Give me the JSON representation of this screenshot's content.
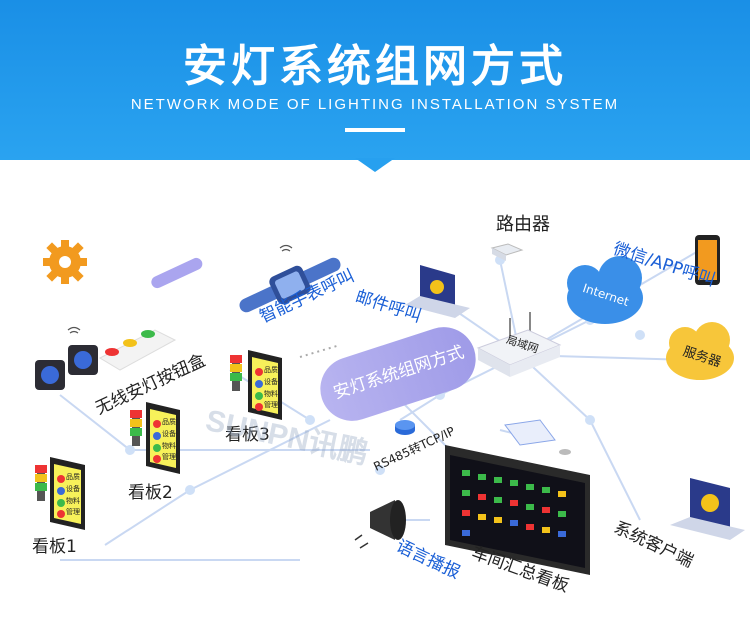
{
  "header": {
    "title": "安灯系统组网方式",
    "subtitle": "NETWORK MODE OF LIGHTING INSTALLATION SYSTEM"
  },
  "nodes": {
    "router": "路由器",
    "wechat_app": "微信/APP呼叫",
    "internet": "Internet",
    "server": "服务器",
    "lan": "局域网",
    "email": "邮件呼叫",
    "watch": "智能手表呼叫",
    "button_box": "无线安灯按钮盒",
    "central": "安灯系统组网方式",
    "rs485": "RS485转TCP/IP",
    "board1": "看板1",
    "board2": "看板2",
    "board3": "看板3",
    "board_rows": [
      "品质",
      "设备",
      "物料",
      "管理"
    ],
    "voice": "语言播报",
    "workshop": "车间汇总看板",
    "client": "系统客户端",
    "watermark": "SUNPN讯鹏"
  },
  "colors": {
    "banner": "#1f96ea",
    "line": "#c5d5f0",
    "node_dot": "#cfe0f7",
    "cloud": "#3a8fe8",
    "server_cloud": "#f7c63a",
    "pill": "#a9a5ec"
  }
}
